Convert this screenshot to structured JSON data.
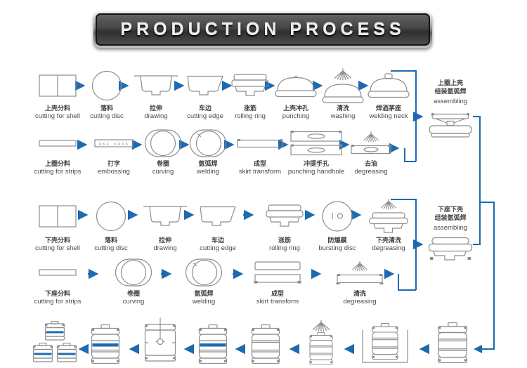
{
  "title": {
    "text": "PRODUCTION PROCESS"
  },
  "colors": {
    "accent_blue": "#1d6ab2",
    "icon_line_gray": "#8e8e8e",
    "label_text": "#3f3f3f",
    "banner_dark": "#2f2f2f"
  },
  "rows": [
    {
      "name": "top-shell-line",
      "steps": [
        {
          "zh": "上壳分料",
          "en": "cutting for shell",
          "icon": "sheet-icon"
        },
        {
          "zh": "落料",
          "en": "cutting disc",
          "icon": "disc-icon"
        },
        {
          "zh": "拉伸",
          "en": "drawing",
          "icon": "drawn-cup-icon"
        },
        {
          "zh": "车边",
          "en": "cutting edge",
          "icon": "cup-icon"
        },
        {
          "zh": "涨筋",
          "en": "rolling ring",
          "icon": "ribbed-shell-icon"
        },
        {
          "zh": "上壳冲孔",
          "en": "punching",
          "icon": "dome-shell-icon"
        },
        {
          "zh": "清洗",
          "en": "washing",
          "icon": "spray-dome-icon"
        },
        {
          "zh": "焊酒茅座",
          "en": "welding neck",
          "icon": "neck-dome-icon"
        }
      ]
    },
    {
      "name": "top-ring-line",
      "steps": [
        {
          "zh": "上圈分料",
          "en": "cutting for strips",
          "icon": "strip-icon"
        },
        {
          "zh": "打字",
          "en": "embossing",
          "icon": "embossed-strip-icon",
          "mark": "xxx   xxxx"
        },
        {
          "zh": "卷圈",
          "en": "curving",
          "icon": "curled-ring-icon"
        },
        {
          "zh": "氩弧焊",
          "en": "welding",
          "icon": "welded-ring-icon"
        },
        {
          "zh": "成型",
          "en": "skirt transform",
          "icon": "band-icon"
        },
        {
          "zh": "冲提手孔",
          "en": "punching handhole",
          "icon": "handhole-bands-icon"
        },
        {
          "zh": "去油",
          "en": "degreasing",
          "icon": "spray-band-icon"
        }
      ]
    },
    {
      "name": "bottom-shell-line",
      "steps": [
        {
          "zh": "下壳分料",
          "en": "cutting for shell",
          "icon": "sheet-icon"
        },
        {
          "zh": "落料",
          "en": "cutting disc",
          "icon": "disc-icon"
        },
        {
          "zh": "拉伸",
          "en": "drawing",
          "icon": "drawn-cup-icon"
        },
        {
          "zh": "车边",
          "en": "cutting edge",
          "icon": "cup-icon"
        },
        {
          "zh": "涨筋",
          "en": "rolling ring",
          "icon": "ribbed-shell-icon"
        },
        {
          "zh": "防爆膜",
          "en": "bursting disc",
          "icon": "bursting-disc-icon"
        },
        {
          "zh": "下壳清洗",
          "en": "degreasing",
          "icon": "spray-shell-icon"
        }
      ]
    },
    {
      "name": "bottom-skirt-line",
      "steps": [
        {
          "zh": "下座分料",
          "en": "cutting for strips",
          "icon": "strip-icon"
        },
        {
          "zh": "卷圈",
          "en": "curving",
          "icon": "curled-ring-icon"
        },
        {
          "zh": "氩弧焊",
          "en": "welding",
          "icon": "welded-ring-icon"
        },
        {
          "zh": "成型",
          "en": "skirt transform",
          "icon": "double-band-icon"
        },
        {
          "zh": "清洗",
          "en": "degreasing",
          "icon": "spray-band-icon"
        }
      ]
    }
  ],
  "assembling": [
    {
      "zh_line1": "上圈上壳",
      "zh_line2": "组装氩弧焊",
      "en": "assembling",
      "icon": "top-assembly-icon"
    },
    {
      "zh_line1": "下座下壳",
      "zh_line2": "组装氩弧焊",
      "en": "assembling",
      "icon": "bottom-assembly-icon"
    }
  ],
  "final_assembly": {
    "flow_direction": "right-to-left",
    "stations": [
      {
        "icon": "keg-icon"
      },
      {
        "icon": "leak-test-tank-icon"
      },
      {
        "icon": "keg-washing-icon"
      },
      {
        "icon": "keg-icon"
      },
      {
        "icon": "keg-blue-band-icon"
      },
      {
        "icon": "spear-fitting-keg-icon"
      },
      {
        "icon": "keg-blue-band-icon"
      },
      {
        "icon": "stacked-kegs-icon"
      }
    ]
  }
}
